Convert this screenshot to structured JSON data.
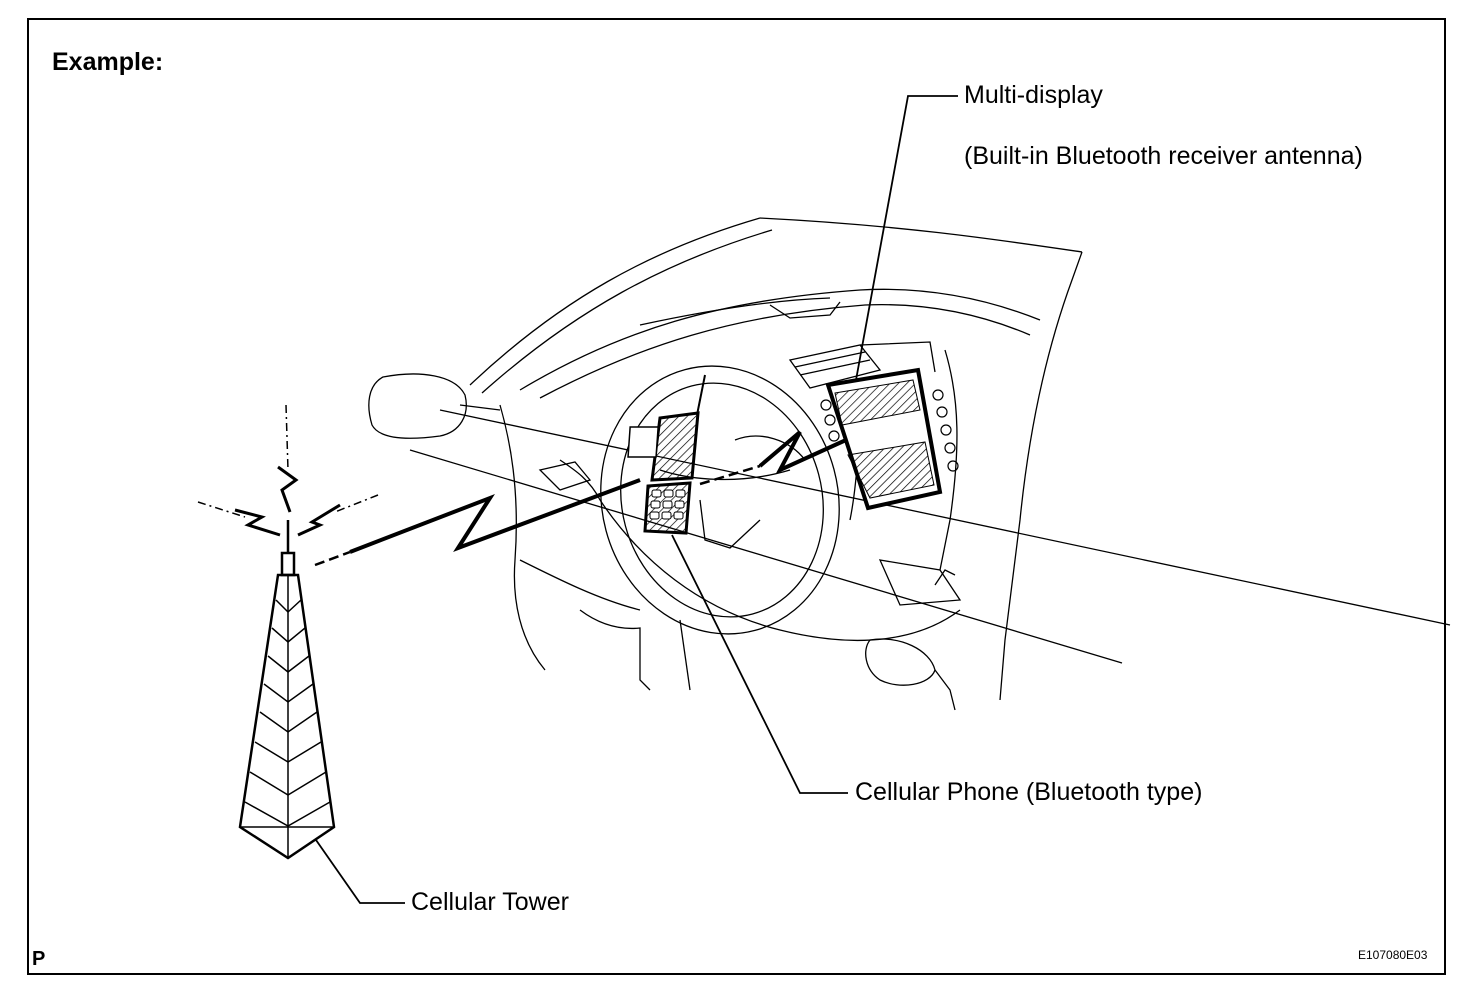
{
  "heading": "Example:",
  "labels": {
    "multi_display": "Multi-display",
    "multi_display_note": "(Built-in Bluetooth receiver antenna)",
    "cellular_phone": "Cellular Phone (Bluetooth type)",
    "cellular_tower": "Cellular Tower"
  },
  "codes": {
    "page_marker": "P",
    "figure_id": "E107080E03"
  }
}
